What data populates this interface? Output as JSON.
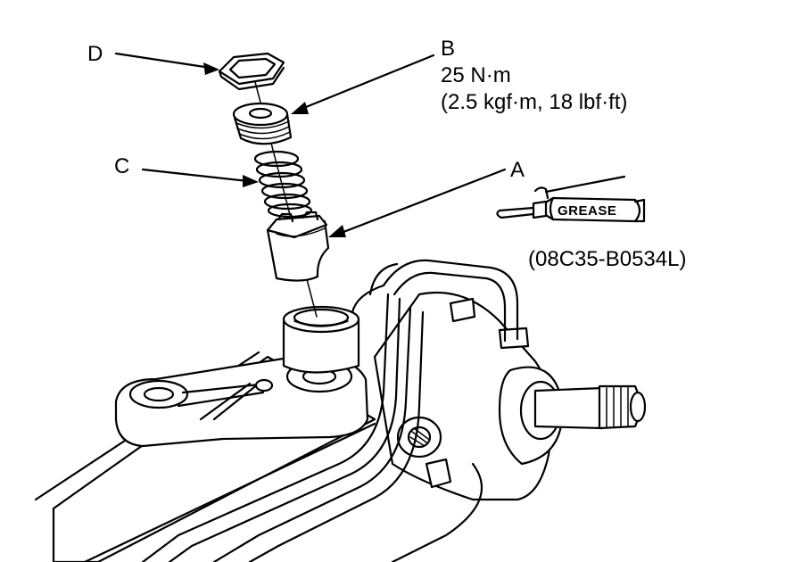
{
  "labels": {
    "a": "A",
    "b": "B",
    "c": "C",
    "d": "D"
  },
  "torque": {
    "line1": "25 N·m",
    "line2": "(2.5 kgf·m, 18 lbf·ft)"
  },
  "grease_tube": {
    "text": "GREASE"
  },
  "part_number": "(08C35-B0534L)"
}
